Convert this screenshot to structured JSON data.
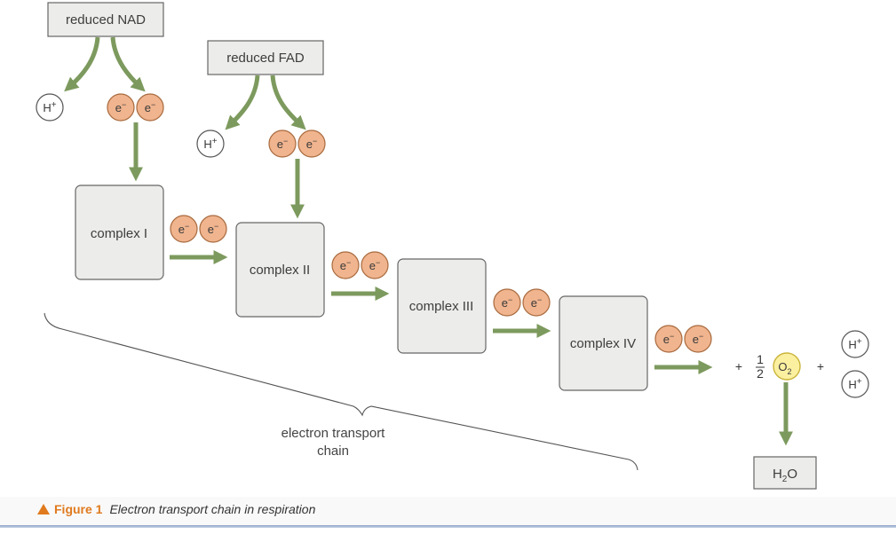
{
  "diagram": {
    "title": "Figure 1 Electron transport chain in respiration",
    "inputs": {
      "reduced_nad": "reduced NAD",
      "reduced_fad": "reduced FAD"
    },
    "complexes": [
      "complex I",
      "complex II",
      "complex III",
      "complex IV"
    ],
    "electron": {
      "symbol": "e",
      "charge": "−"
    },
    "proton": {
      "symbol": "H",
      "charge": "+"
    },
    "oxygen": {
      "prefix": "O",
      "subscript": "2",
      "fraction_numerator": "1",
      "fraction_denominator": "2"
    },
    "plus": "+",
    "product": {
      "prefix": "H",
      "subscript": "2",
      "suffix": "O"
    },
    "chain_label_line1": "electron transport",
    "chain_label_line2": "chain"
  },
  "caption": {
    "figure_number": "Figure 1",
    "figure_title": "Electron transport chain in respiration"
  },
  "colors": {
    "arrow": "#7d9a5e",
    "box_fill": "#ececea",
    "box_stroke": "#666666",
    "electron_fill": "#f0b48e",
    "electron_stroke": "#a86a3e",
    "oxygen_fill": "#fbf0a0",
    "oxygen_stroke": "#c9b43a",
    "caption_accent": "#e07a1e"
  }
}
